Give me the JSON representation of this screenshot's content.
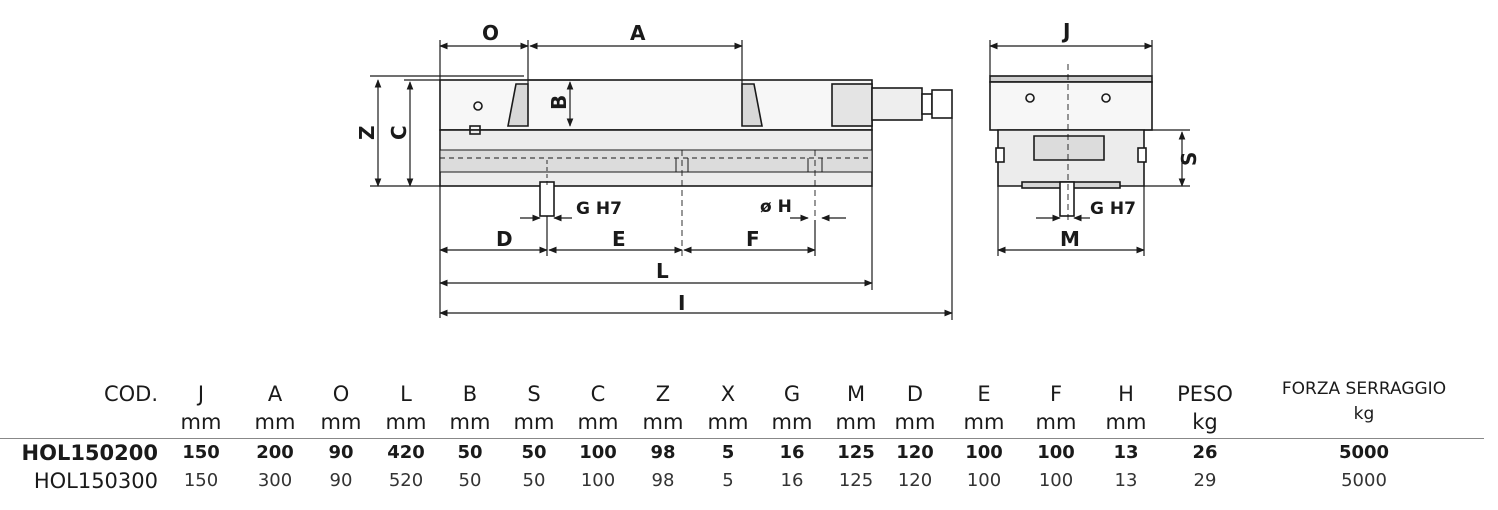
{
  "drawing": {
    "labels": {
      "O": "O",
      "A": "A",
      "B": "B",
      "C": "C",
      "Z": "Z",
      "J": "J",
      "S": "S",
      "M": "M",
      "D": "D",
      "E": "E",
      "F": "F",
      "L": "L",
      "I": "I",
      "GH7_left": "G H7",
      "oH": "ø H",
      "GH7_right": "G H7"
    }
  },
  "table": {
    "code_header": "COD.",
    "columns": [
      {
        "key": "J",
        "unit": "mm"
      },
      {
        "key": "A",
        "unit": "mm"
      },
      {
        "key": "O",
        "unit": "mm"
      },
      {
        "key": "L",
        "unit": "mm"
      },
      {
        "key": "B",
        "unit": "mm"
      },
      {
        "key": "S",
        "unit": "mm"
      },
      {
        "key": "C",
        "unit": "mm"
      },
      {
        "key": "Z",
        "unit": "mm"
      },
      {
        "key": "X",
        "unit": "mm"
      },
      {
        "key": "G",
        "unit": "mm"
      },
      {
        "key": "M",
        "unit": "mm"
      },
      {
        "key": "D",
        "unit": "mm"
      },
      {
        "key": "E",
        "unit": "mm"
      },
      {
        "key": "F",
        "unit": "mm"
      },
      {
        "key": "H",
        "unit": "mm"
      },
      {
        "key": "PESO",
        "unit": "kg"
      },
      {
        "key": "FORZA SERRAGGIO",
        "unit": "kg"
      }
    ],
    "rows": [
      {
        "code": "HOL150200",
        "bold": true,
        "values": [
          "150",
          "200",
          "90",
          "420",
          "50",
          "50",
          "100",
          "98",
          "5",
          "16",
          "125",
          "120",
          "100",
          "100",
          "13",
          "26",
          "5000"
        ]
      },
      {
        "code": "HOL150300",
        "bold": false,
        "values": [
          "150",
          "300",
          "90",
          "520",
          "50",
          "50",
          "100",
          "98",
          "5",
          "16",
          "125",
          "120",
          "100",
          "100",
          "13",
          "29",
          "5000"
        ]
      }
    ]
  }
}
